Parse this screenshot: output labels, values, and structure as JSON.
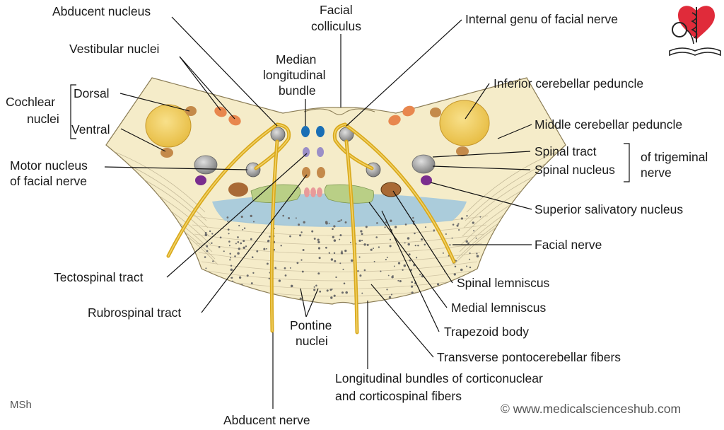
{
  "labels": {
    "abducent_nucleus": "Abducent nucleus",
    "facial_colliculus_1": "Facial",
    "facial_colliculus_2": "colliculus",
    "internal_genu": "Internal genu of facial nerve",
    "vestibular_nuclei": "Vestibular nuclei",
    "mlb_1": "Median",
    "mlb_2": "longitudinal",
    "mlb_3": "bundle",
    "dorsal": "Dorsal",
    "cochlear_1": "Cochlear",
    "cochlear_2": "nuclei",
    "ventral": "Ventral",
    "inferior_cerebellar_peduncle": "Inferior cerebellar peduncle",
    "middle_cerebellar_peduncle": "Middle cerebellar peduncle",
    "spinal_tract": "Spinal tract",
    "spinal_nucleus": "Spinal nucleus",
    "trigeminal_1": "of trigeminal",
    "trigeminal_2": "nerve",
    "motor_nucleus_1": "Motor nucleus",
    "motor_nucleus_2": "of facial nerve",
    "superior_salivatory": "Superior salivatory nucleus",
    "facial_nerve": "Facial nerve",
    "tectospinal": "Tectospinal tract",
    "spinal_lemniscus": "Spinal lemniscus",
    "rubrospinal": "Rubrospinal tract",
    "medial_lemniscus": "Medial lemniscus",
    "pontine_1": "Pontine",
    "pontine_2": "nuclei",
    "trapezoid": "Trapezoid body",
    "transverse_fibers": "Transverse pontocerebellar fibers",
    "longitudinal_1": "Longitudinal bundles of corticonuclear",
    "longitudinal_2": "and corticospinal fibers",
    "abducent_nerve": "Abducent nerve"
  },
  "footer": {
    "credit": "MSh",
    "copyright": "© www.medicalscienceshub.com"
  },
  "logo": {
    "icon": "heart-caduceus-stethoscope-book-logo"
  },
  "colors": {
    "tissue": "#f5ecc9",
    "nerve": "#d9a91c",
    "cochlear": "#f2cc52",
    "trapezoid": "#9ec7de",
    "orange_nucleus": "#e8874e",
    "tan_nucleus": "#c48a4a",
    "grey_nucleus": "#9a9a9a",
    "purple_nucleus": "#7a2d8e",
    "blue_nucleus": "#1a6fb5",
    "lavender_nucleus": "#9b8fc7",
    "lemniscus_green": "#b9cf86",
    "pink_nucleus": "#e79a9a",
    "logo_red": "#e02b3a"
  }
}
